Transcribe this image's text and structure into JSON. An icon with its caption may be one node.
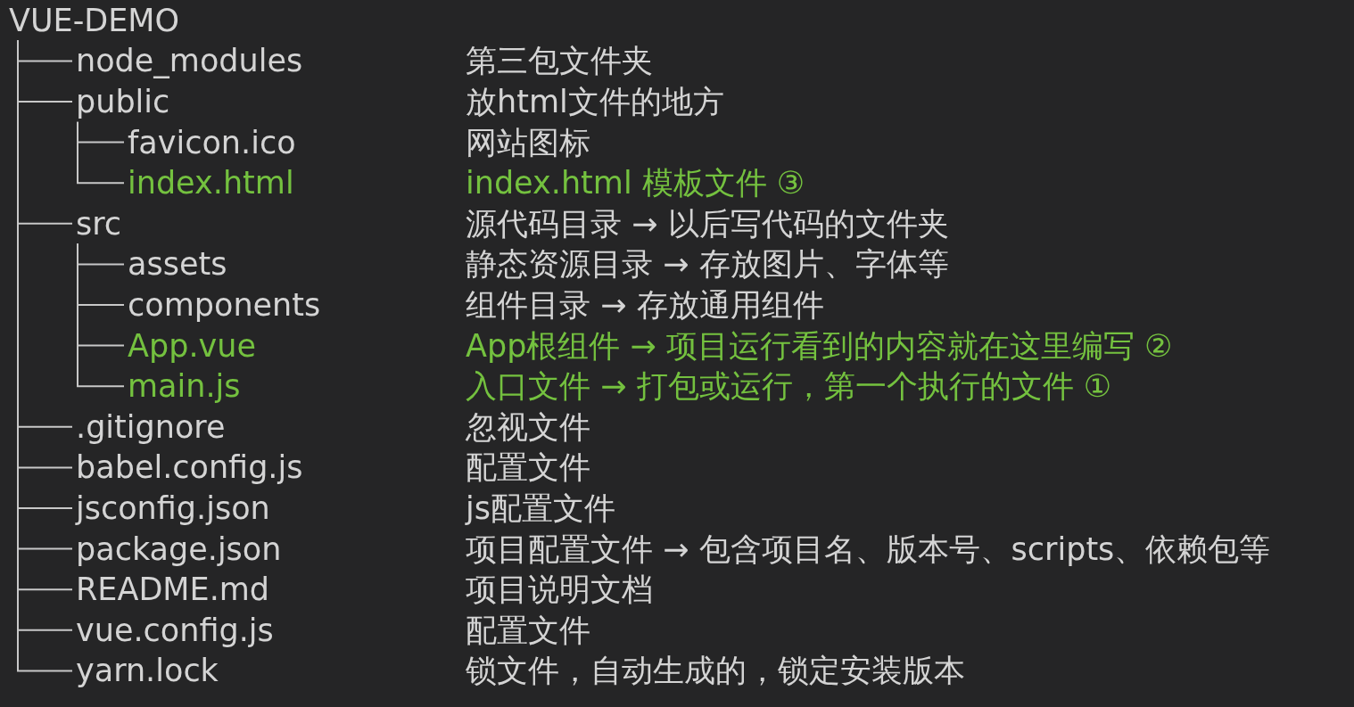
{
  "diagram": {
    "nodes": [
      {
        "text": [
          "VUE-DEMO"
        ]
      },
      {
        "text": [
          "node_modules"
        ],
        "beside": [
          "第三包文件夹"
        ]
      },
      {
        "text": [
          "public"
        ],
        "beside": [
          "放html文件的地方"
        ]
      },
      {
        "text": [
          "favicon.ico"
        ],
        "beside": [
          "网站图标"
        ]
      },
      {
        "text": [
          "index.html"
        ],
        "beside": [
          "index.html 模板文件 ③"
        ]
      },
      {
        "text": [
          "src"
        ],
        "beside": [
          "源代码目录 → 以后写代码的文件夹"
        ]
      },
      {
        "text": [
          "assets"
        ],
        "beside": [
          "静态资源目录 → 存放图片、字体等"
        ]
      },
      {
        "text": [
          "components"
        ],
        "beside": [
          "组件目录 → 存放通用组件"
        ]
      },
      {
        "text": [
          "App.vue"
        ],
        "beside": [
          "App根组件 → 项目运行看到的内容就在这里编写 ②"
        ]
      },
      {
        "text": [
          "main.js"
        ],
        "beside": [
          "入口文件 → 打包或运行，第一个执行的文件 ①"
        ]
      },
      {
        "text": [
          ".gitignore"
        ],
        "beside": [
          "忽视文件"
        ]
      },
      {
        "text": [
          "babel.config.js"
        ],
        "beside": [
          "配置文件"
        ]
      },
      {
        "text": [
          "jsconfig.json"
        ],
        "beside": [
          "js配置文件"
        ]
      },
      {
        "text": [
          "package.json"
        ],
        "beside": [
          "项目配置文件 → 包含项目名、版本号、scripts、依赖包等"
        ]
      },
      {
        "text": [
          "README.md"
        ],
        "beside": [
          "项目说明文档"
        ]
      },
      {
        "text": [
          "vue.config.js"
        ],
        "beside": [
          "配置文件"
        ]
      },
      {
        "text": [
          "yarn.lock"
        ],
        "beside": [
          "锁文件，自动生成的，锁定安装版本"
        ]
      }
    ],
    "edges": [
      {
        "from": 0,
        "to": 1,
        "arrow": "none"
      },
      {
        "from": 0,
        "to": 2,
        "arrow": "none"
      },
      {
        "from": 2,
        "to": 3,
        "arrow": "none"
      },
      {
        "from": 2,
        "to": 4,
        "arrow": "none"
      },
      {
        "from": 0,
        "to": 5,
        "arrow": "none"
      },
      {
        "from": 5,
        "to": 6,
        "arrow": "none"
      },
      {
        "from": 5,
        "to": 7,
        "arrow": "none"
      },
      {
        "from": 5,
        "to": 8,
        "arrow": "none"
      },
      {
        "from": 5,
        "to": 9,
        "arrow": "none"
      },
      {
        "from": 0,
        "to": 10,
        "arrow": "none"
      },
      {
        "from": 0,
        "to": 11,
        "arrow": "none"
      },
      {
        "from": 0,
        "to": 12,
        "arrow": "none"
      },
      {
        "from": 0,
        "to": 13,
        "arrow": "none"
      },
      {
        "from": 0,
        "to": 14,
        "arrow": "none"
      },
      {
        "from": 0,
        "to": 15,
        "arrow": "none"
      },
      {
        "from": 0,
        "to": 16,
        "arrow": "none"
      }
    ]
  }
}
